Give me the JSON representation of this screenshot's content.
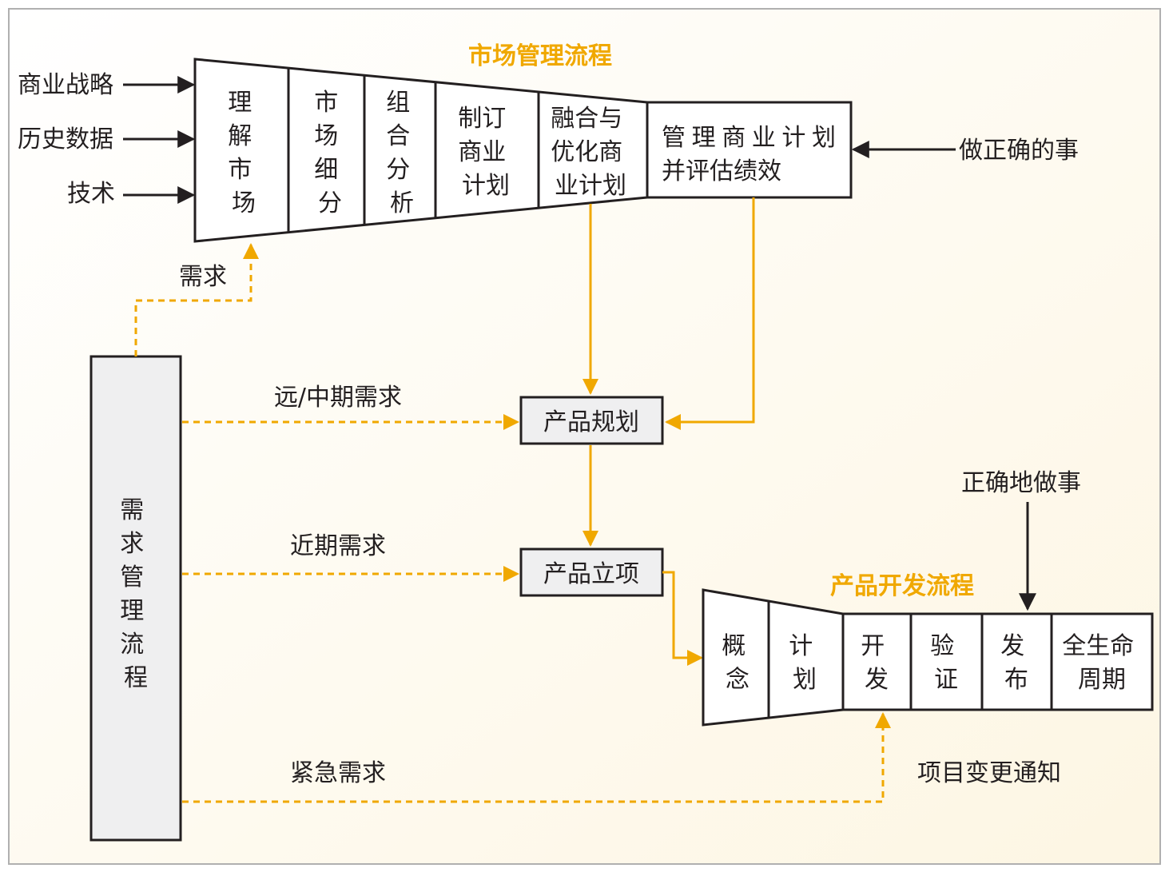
{
  "market_process": {
    "title": "市场管理流程",
    "inputs": [
      "商业战略",
      "历史数据",
      "技术"
    ],
    "stages": [
      {
        "lines": [
          "理",
          "解",
          "市",
          "场"
        ]
      },
      {
        "lines": [
          "市",
          "场",
          "细",
          "分"
        ]
      },
      {
        "lines": [
          "组",
          "合",
          "分",
          "析"
        ]
      },
      {
        "lines": [
          "制订",
          "商业",
          "计划"
        ]
      },
      {
        "lines": [
          "融合与",
          "优化商",
          "业计划"
        ]
      }
    ],
    "manage_box": [
      "管理商业计划",
      "并评估绩效"
    ],
    "right_input": "做正确的事"
  },
  "demand_process": {
    "label": [
      "需",
      "求",
      "管",
      "理",
      "流",
      "程"
    ],
    "to_market": "需求",
    "long_term": "远/中期需求",
    "near_term": "近期需求",
    "urgent": "紧急需求"
  },
  "planning": {
    "product_planning": "产品规划",
    "product_initiation": "产品立项"
  },
  "development_process": {
    "title": "产品开发流程",
    "top_input": "正确地做事",
    "stages": [
      {
        "lines": [
          "概",
          "念"
        ]
      },
      {
        "lines": [
          "计",
          "划"
        ]
      },
      {
        "lines": [
          "开",
          "发"
        ]
      },
      {
        "lines": [
          "验",
          "证"
        ]
      },
      {
        "lines": [
          "发",
          "布"
        ]
      },
      {
        "lines": [
          "全生命",
          "周期"
        ]
      }
    ],
    "change_notice": "项目变更通知"
  },
  "colors": {
    "accent": "#f0a800",
    "line": "#231f20",
    "box_fill": "#efeff0",
    "background": "#fdfaf0",
    "frame": "#b0b0b0"
  }
}
